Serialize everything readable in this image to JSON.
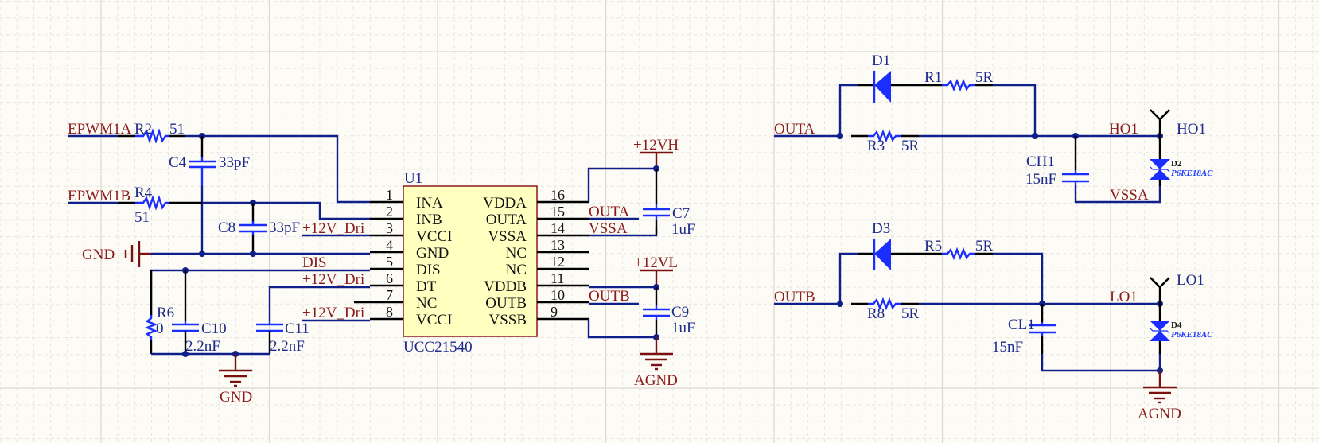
{
  "sheet": {
    "background": "#fdfbf6",
    "net_color": "#8b1a1a",
    "designator_color": "#1c2a8c",
    "wire_color": "#10208a",
    "component_color": "#1a2fff"
  },
  "nets": {
    "epwm1a": "EPWM1A",
    "epwm1b": "EPWM1B",
    "gnd_left": "GND",
    "gnd_bottom": "GND",
    "dis": "DIS",
    "dri_3": "+12V_Dri",
    "dri_6": "+12V_Dri",
    "dri_8": "+12V_Dri",
    "outa_ic": "OUTA",
    "vssa_ic": "VSSA",
    "outb_ic": "OUTB",
    "p12vh": "+12VH",
    "p12vl": "+12VL",
    "agnd_mid": "AGND",
    "outa_in": "OUTA",
    "outb_in": "OUTB",
    "ho1_net": "HO1",
    "vssa_net": "VSSA",
    "lo1_net": "LO1",
    "agnd_right": "AGND"
  },
  "ports": {
    "ho1": "HO1",
    "lo1": "LO1"
  },
  "components": {
    "R2": {
      "des": "R2",
      "val": "51"
    },
    "R4": {
      "des": "R4",
      "val": "51"
    },
    "C4": {
      "des": "C4",
      "val": "33pF"
    },
    "C8": {
      "des": "C8",
      "val": "33pF"
    },
    "R6": {
      "des": "R6",
      "val": "0"
    },
    "C10": {
      "des": "C10",
      "val": "2.2nF"
    },
    "C11": {
      "des": "C11",
      "val": "2.2nF"
    },
    "C7": {
      "des": "C7",
      "val": "1uF"
    },
    "C9": {
      "des": "C9",
      "val": "1uF"
    },
    "D1": {
      "des": "D1"
    },
    "D3": {
      "des": "D3"
    },
    "R1": {
      "des": "R1",
      "val": "5R"
    },
    "R3": {
      "des": "R3",
      "val": "5R"
    },
    "R5": {
      "des": "R5",
      "val": "5R"
    },
    "R8": {
      "des": "R8",
      "val": "5R"
    },
    "CH1": {
      "des": "CH1",
      "val": "15nF"
    },
    "CL1": {
      "des": "CL1",
      "val": "15nF"
    },
    "D2": {
      "des": "D2",
      "val": "P6KE18AC"
    },
    "D4": {
      "des": "D4",
      "val": "P6KE18AC"
    }
  },
  "ic": {
    "designator": "U1",
    "part": "UCC21540",
    "left_pins": [
      {
        "num": "1",
        "name": "INA"
      },
      {
        "num": "2",
        "name": "INB"
      },
      {
        "num": "3",
        "name": "VCCI"
      },
      {
        "num": "4",
        "name": "GND"
      },
      {
        "num": "5",
        "name": "DIS"
      },
      {
        "num": "6",
        "name": "DT"
      },
      {
        "num": "7",
        "name": "NC"
      },
      {
        "num": "8",
        "name": "VCCI"
      }
    ],
    "right_pins": [
      {
        "num": "16",
        "name": "VDDA"
      },
      {
        "num": "15",
        "name": "OUTA"
      },
      {
        "num": "14",
        "name": "VSSA"
      },
      {
        "num": "13",
        "name": "NC"
      },
      {
        "num": "12",
        "name": "NC"
      },
      {
        "num": "11",
        "name": "VDDB"
      },
      {
        "num": "10",
        "name": "OUTB"
      },
      {
        "num": "9",
        "name": "VSSB"
      }
    ]
  }
}
